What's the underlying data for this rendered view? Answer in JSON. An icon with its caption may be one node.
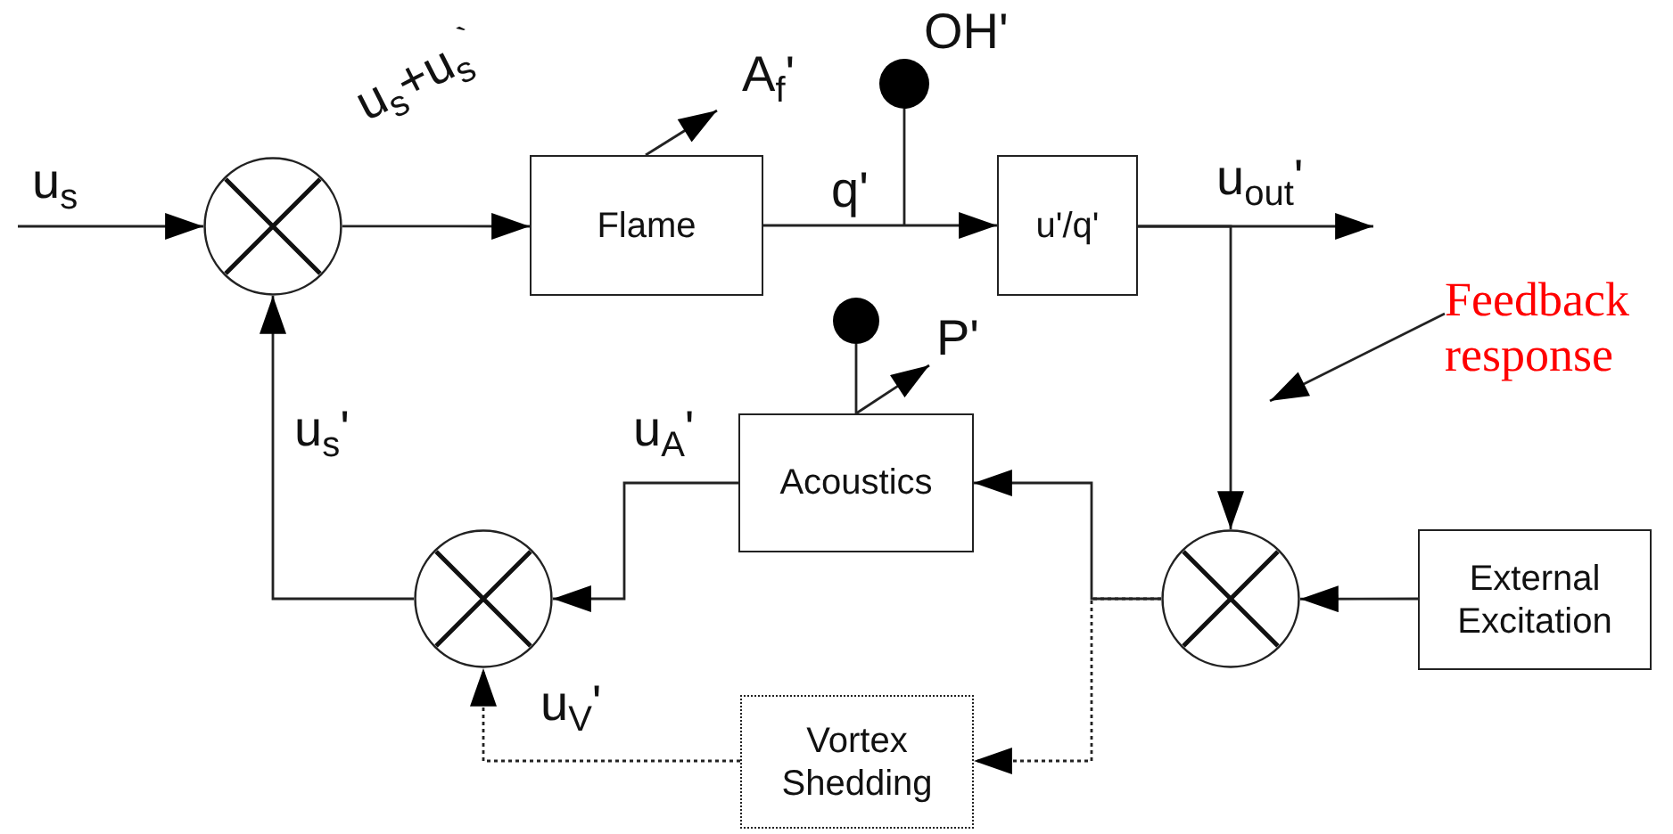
{
  "diagram": {
    "nodes": [
      {
        "text": [],
        "shape": "circle"
      },
      {
        "text": [
          "Flame"
        ]
      },
      {
        "text": [],
        "shape": "dot",
        "beside": [
          "OH'"
        ]
      },
      {
        "text": [
          "u'/q'"
        ]
      },
      {
        "text": [
          "Feedback response"
        ]
      },
      {
        "text": [],
        "shape": "dot"
      },
      {
        "text": [
          "Acoustics"
        ]
      },
      {
        "text": [],
        "shape": "circle"
      },
      {
        "text": [],
        "shape": "circle"
      },
      {
        "text": [
          "External Excitation"
        ]
      },
      {
        "text": [
          "Vortex Shedding"
        ]
      }
    ],
    "edges": [
      {
        "from": null,
        "to": 0,
        "arrow": "to",
        "label": "u$_{s}$"
      },
      {
        "from": 0,
        "to": 1,
        "arrow": "to",
        "label": "u$_{s}$+u$_{s}$$^{`}$"
      },
      {
        "from": 1,
        "to": 3,
        "arrow": "to",
        "label": "q'"
      },
      {
        "from": 3,
        "to": null,
        "arrow": "to",
        "label": "u$_{out}$'"
      },
      {
        "from": 3,
        "to": 8,
        "arrow": "to"
      },
      {
        "from": 9,
        "to": 8,
        "arrow": "to"
      },
      {
        "from": 8,
        "to": 6,
        "arrow": "to"
      },
      {
        "from": 8,
        "to": 10,
        "arrow": "to",
        "style": "dashed"
      },
      {
        "from": 6,
        "to": 7,
        "arrow": "to",
        "label": "u$_{A}$'"
      },
      {
        "from": 10,
        "to": 7,
        "arrow": "to",
        "label": "u$_{V}$'",
        "style": "dashed"
      },
      {
        "from": 7,
        "to": 0,
        "arrow": "to",
        "label": "u$_{s}$'"
      },
      {
        "from": 1,
        "to": null,
        "arrow": "to",
        "label": "A$_{f}$'"
      },
      {
        "from": 6,
        "to": null,
        "arrow": "to",
        "label": "P'"
      },
      {
        "from": 2,
        "to": null,
        "arrow": "none"
      },
      {
        "from": 5,
        "to": 6,
        "arrow": "none"
      },
      {
        "from": 4,
        "to": null,
        "arrow": "to"
      }
    ]
  }
}
